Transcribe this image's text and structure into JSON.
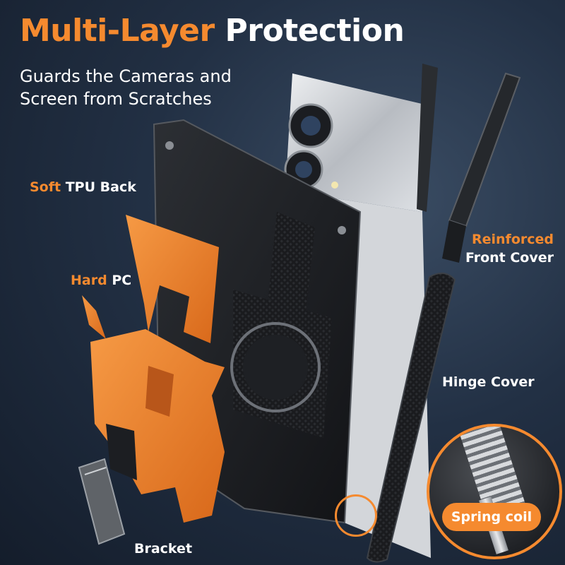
{
  "headline": {
    "accent": "Multi-Layer",
    "plain": "Protection"
  },
  "subheadline": "Guards the Cameras and Screen from Scratches",
  "callouts": {
    "soft_tpu": {
      "accent": "Soft",
      "plain": "TPU Back"
    },
    "hard_pc": {
      "accent": "Hard",
      "plain": "PC"
    },
    "front_cover": {
      "accent": "Reinforced",
      "plain": "Front Cover"
    },
    "hinge_cover": "Hinge Cover",
    "bracket": "Bracket",
    "spring_coil": "Spring coil"
  },
  "colors": {
    "accent": "#f58a2f",
    "text": "#ffffff",
    "background": "#223044",
    "case_black": "#1c1e22",
    "phone_silver": "#c9ccd1"
  },
  "icons": [
    "phone-illustration",
    "tpu-back-shell",
    "hard-pc-shell",
    "front-cover-frame",
    "hinge-cover",
    "bracket-plate",
    "spring-coil-zoom"
  ]
}
